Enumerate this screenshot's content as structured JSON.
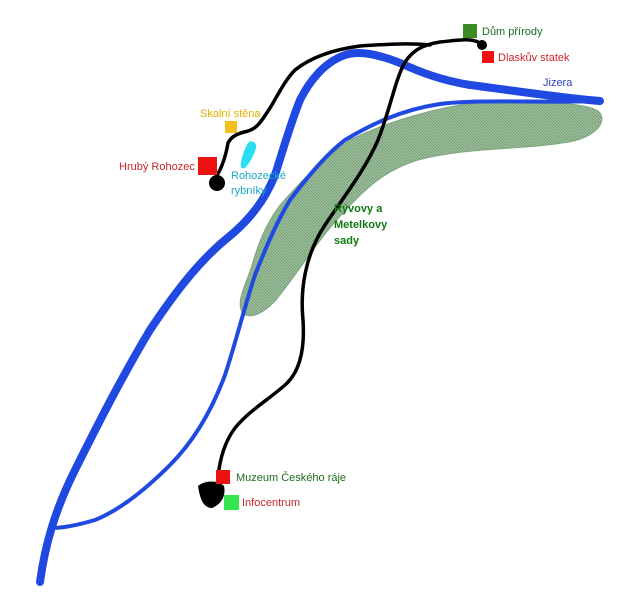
{
  "map": {
    "colors": {
      "river": "#1f49e0",
      "trail": "#000000",
      "orchard": "#8aae8a",
      "pond": "#27dff0"
    },
    "river_label": {
      "text": "Jizera",
      "color": "#2a43b8"
    },
    "places": [
      {
        "id": "dum-prirody",
        "label": "Dům přírody",
        "label_color": "#1d6b1d",
        "marker_color": "#3b8a22"
      },
      {
        "id": "dlaskuv-statek",
        "label": "Dlaskův statek",
        "label_color": "#c8262a",
        "marker_color": "#ee1111"
      },
      {
        "id": "skalni-stena",
        "label": "Skalní stěna",
        "label_color": "#e0b000",
        "marker_color": "#f3c11c"
      },
      {
        "id": "hruby-rohozec",
        "label": "Hrubý Rohozec",
        "label_color": "#c8262a",
        "marker_color": "#ee1111"
      },
      {
        "id": "rohozecke-rybniky",
        "label": "Rohozecké rybníky",
        "label_color": "#1aa6c8",
        "marker_color": "#27dff0"
      },
      {
        "id": "ryvovy-sady",
        "label": "Rývovy a Metelkovy sady",
        "label_color": "#0f7a0f",
        "marker_color": "#8aae8a"
      },
      {
        "id": "muzeum",
        "label": "Muzeum Českého ráje",
        "label_color": "#1d6b1d",
        "marker_color": "#ee1111"
      },
      {
        "id": "infocentrum",
        "label": "Infocentrum",
        "label_color": "#c8262a",
        "marker_color": "#33e64d"
      }
    ]
  }
}
